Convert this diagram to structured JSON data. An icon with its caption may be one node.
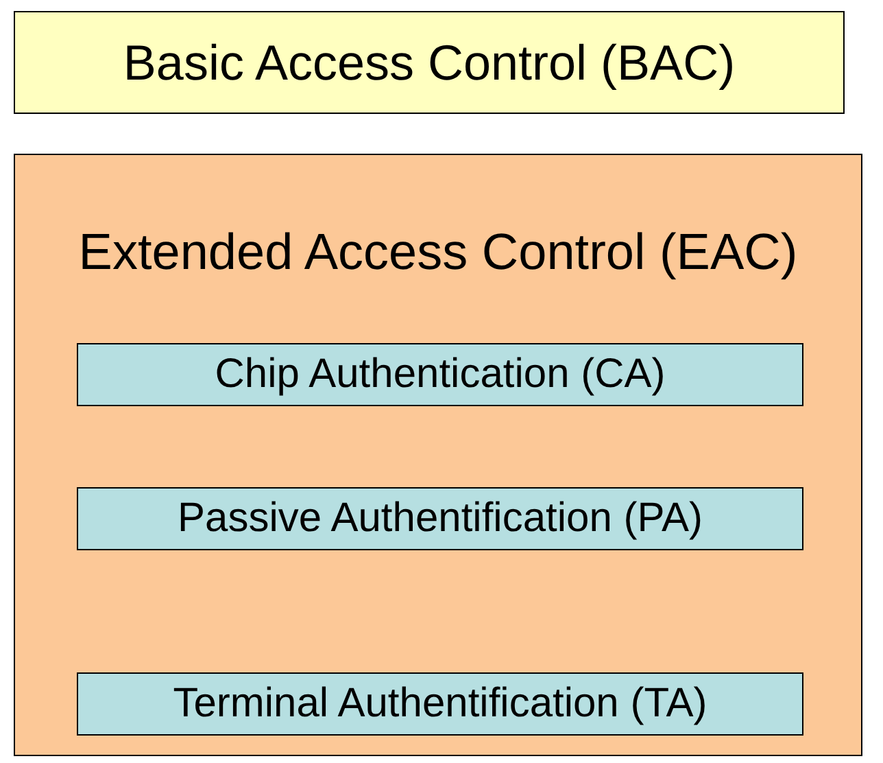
{
  "diagram": {
    "nodes": [
      {
        "text": [
          "Basic Access Control (BAC)"
        ]
      },
      {
        "text": [
          "Extended Access Control (EAC)"
        ]
      },
      {
        "text": [
          "Chip Authentication (CA)"
        ],
        "in": 1
      },
      {
        "text": [
          "Passive Authentification (PA)"
        ],
        "in": 1
      },
      {
        "text": [
          "Terminal Authentification (TA)"
        ],
        "in": 1
      }
    ]
  }
}
